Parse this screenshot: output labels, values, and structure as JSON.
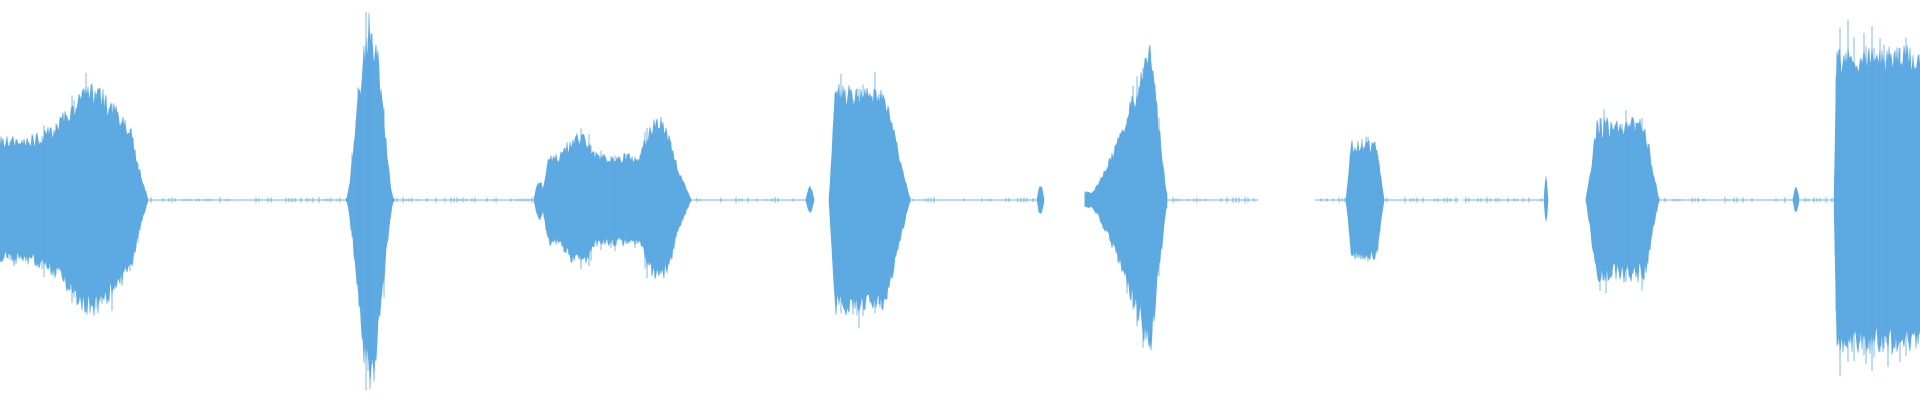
{
  "waveform": {
    "color": "#5DA9E1",
    "background": "#FFFFFF",
    "amplitude_scale": 1.0,
    "segments": [
      {
        "start": 0.0,
        "end": 0.077,
        "peak": 0.58,
        "shape": "plateau-swell",
        "noise": 0.12
      },
      {
        "start": 0.18,
        "end": 0.205,
        "peak": 0.92,
        "shape": "spike",
        "noise": 0.15
      },
      {
        "start": 0.278,
        "end": 0.284,
        "peak": 0.1,
        "shape": "blip",
        "noise": 0.1
      },
      {
        "start": 0.282,
        "end": 0.36,
        "peak": 0.42,
        "shape": "double-hump",
        "noise": 0.12
      },
      {
        "start": 0.42,
        "end": 0.424,
        "peak": 0.07,
        "shape": "blip",
        "noise": 0.1
      },
      {
        "start": 0.432,
        "end": 0.474,
        "peak": 0.63,
        "shape": "front-heavy",
        "noise": 0.1
      },
      {
        "start": 0.54,
        "end": 0.544,
        "peak": 0.08,
        "shape": "blip",
        "noise": 0.1
      },
      {
        "start": 0.565,
        "end": 0.608,
        "peak": 0.8,
        "shape": "rise",
        "noise": 0.12
      },
      {
        "start": 0.701,
        "end": 0.721,
        "peak": 0.3,
        "shape": "plateau",
        "noise": 0.12
      },
      {
        "start": 0.804,
        "end": 0.806,
        "peak": 0.12,
        "shape": "blip",
        "noise": 0.1
      },
      {
        "start": 0.826,
        "end": 0.864,
        "peak": 0.4,
        "shape": "plateau",
        "noise": 0.15
      },
      {
        "start": 0.934,
        "end": 0.937,
        "peak": 0.07,
        "shape": "blip",
        "noise": 0.1
      },
      {
        "start": 0.955,
        "end": 1.0,
        "peak": 0.78,
        "shape": "block",
        "noise": 0.1
      }
    ],
    "noise_floor_ranges": [
      [
        0.077,
        0.18
      ],
      [
        0.205,
        0.278
      ],
      [
        0.36,
        0.42
      ],
      [
        0.474,
        0.54
      ],
      [
        0.608,
        0.655
      ],
      [
        0.685,
        0.701
      ],
      [
        0.721,
        0.76
      ],
      [
        0.762,
        0.804
      ],
      [
        0.864,
        0.934
      ],
      [
        0.937,
        0.955
      ]
    ]
  }
}
